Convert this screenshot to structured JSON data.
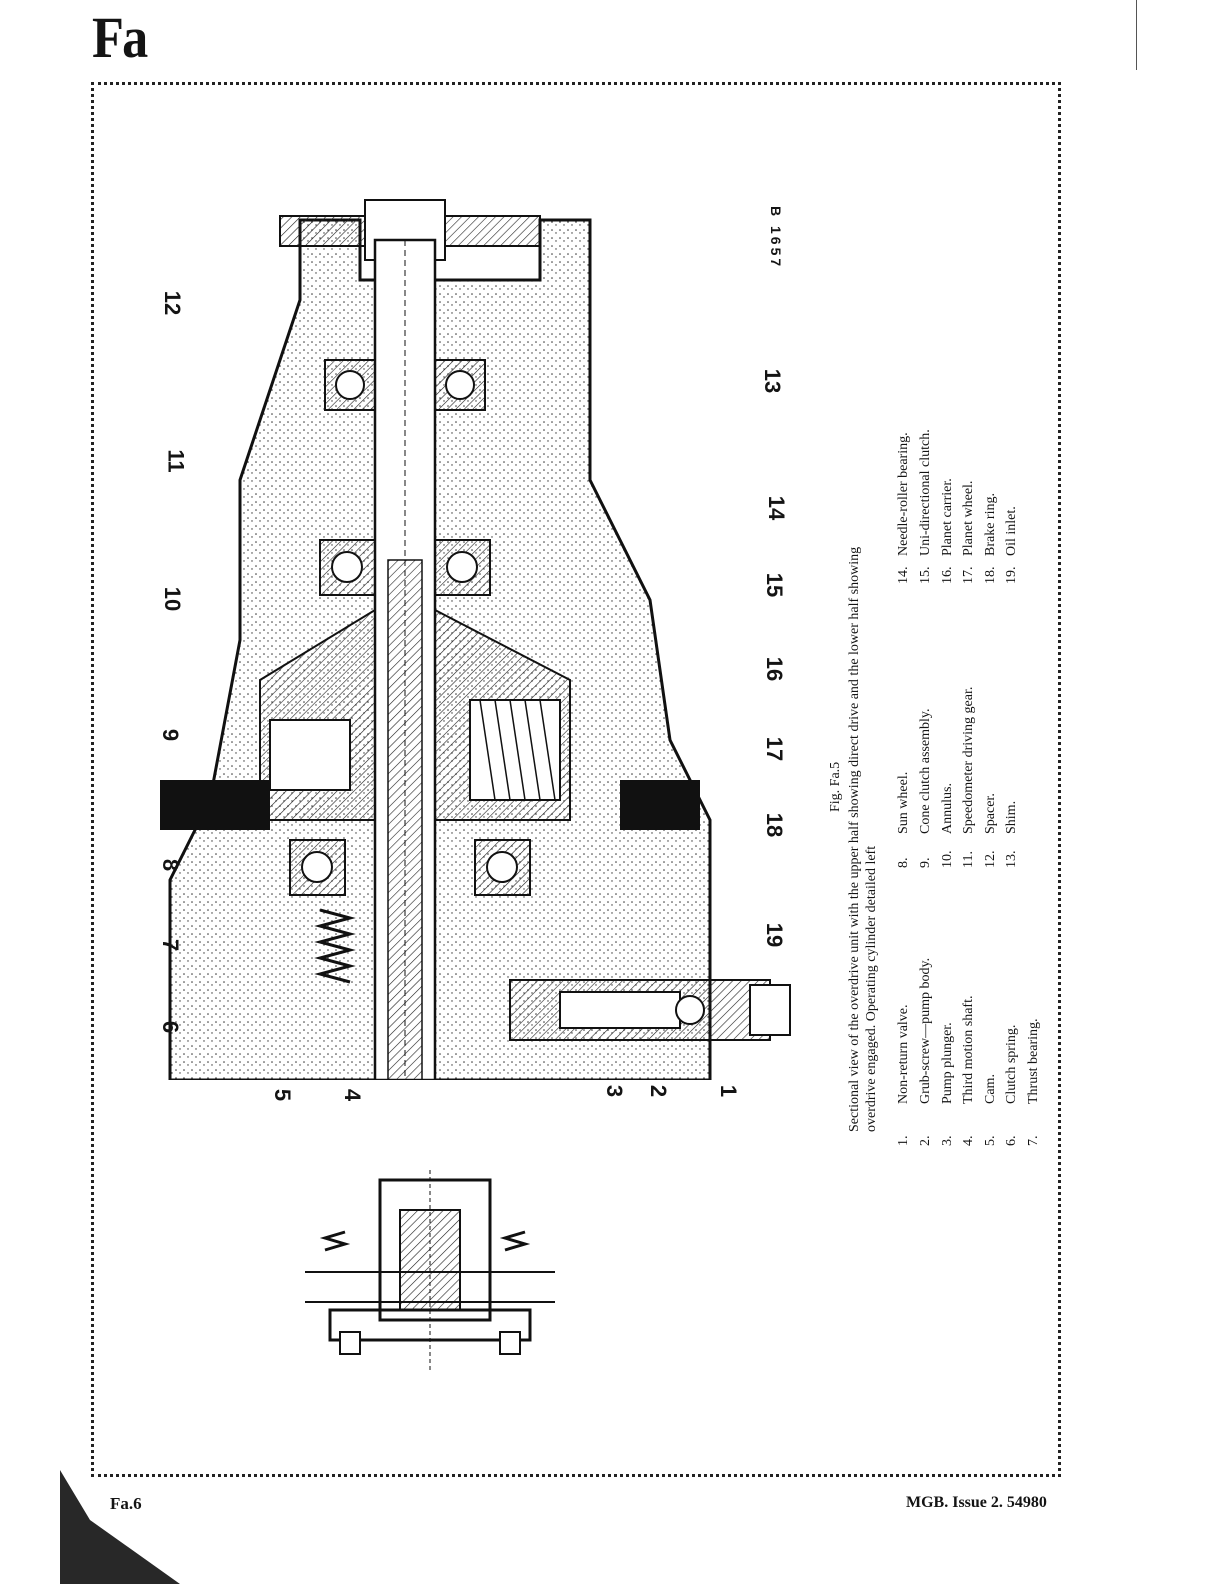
{
  "header": {
    "section": "Fa"
  },
  "figure": {
    "reference": "B 1657",
    "number": "Fig. Fa.5",
    "caption_line1": "Sectional view of the overdrive unit with the upper half showing direct drive and the lower half showing",
    "caption_line2": "overdrive engaged. Operating cylinder detailed left",
    "callouts": [
      "1",
      "2",
      "3",
      "4",
      "5",
      "6",
      "7",
      "8",
      "9",
      "10",
      "11",
      "12",
      "13",
      "14",
      "15",
      "16",
      "17",
      "18",
      "19"
    ]
  },
  "legend": {
    "col1": [
      {
        "n": "1.",
        "t": "Non-return valve."
      },
      {
        "n": "2.",
        "t": "Grub-screw—pump body."
      },
      {
        "n": "3.",
        "t": "Pump plunger."
      },
      {
        "n": "4.",
        "t": "Third motion shaft."
      },
      {
        "n": "5.",
        "t": "Cam."
      },
      {
        "n": "6.",
        "t": "Clutch spring."
      },
      {
        "n": "7.",
        "t": "Thrust bearing."
      }
    ],
    "col2": [
      {
        "n": "8.",
        "t": "Sun wheel."
      },
      {
        "n": "9.",
        "t": "Cone clutch assembly."
      },
      {
        "n": "10.",
        "t": "Annulus."
      },
      {
        "n": "11.",
        "t": "Speedometer driving gear."
      },
      {
        "n": "12.",
        "t": "Spacer."
      },
      {
        "n": "13.",
        "t": "Shim."
      }
    ],
    "col3": [
      {
        "n": "14.",
        "t": "Needle-roller bearing."
      },
      {
        "n": "15.",
        "t": "Uni-directional clutch."
      },
      {
        "n": "16.",
        "t": "Planet carrier."
      },
      {
        "n": "17.",
        "t": "Planet wheel."
      },
      {
        "n": "18.",
        "t": "Brake ring."
      },
      {
        "n": "19.",
        "t": "Oil inlet."
      }
    ]
  },
  "footer": {
    "page": "Fa.6",
    "publication": "MGB.   Issue 2.   54980"
  }
}
